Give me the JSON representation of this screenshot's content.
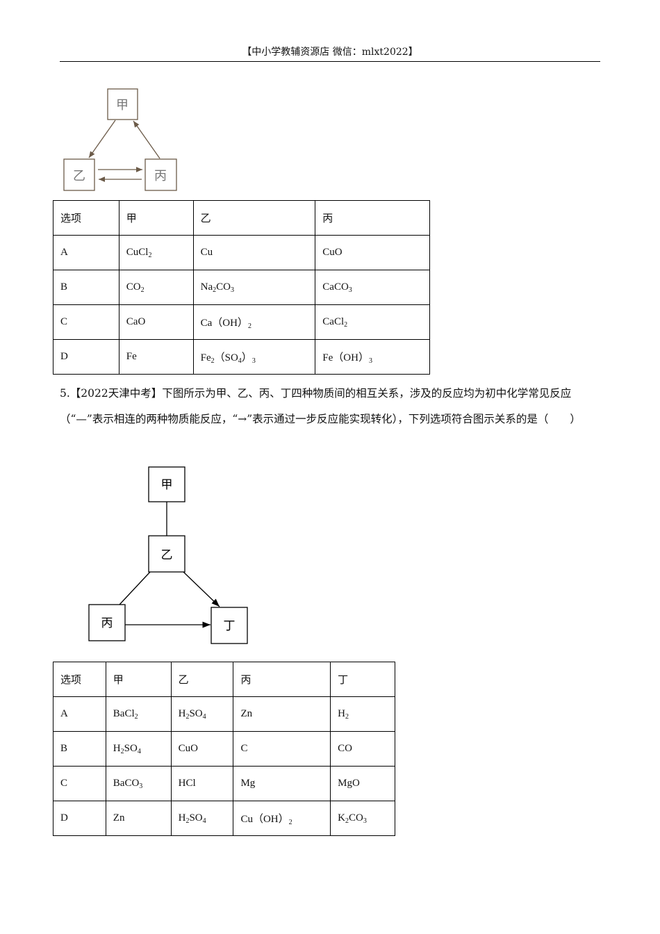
{
  "header": "【中小学教辅资源店 微信：mlxt2022】",
  "diagram1": {
    "jia": "甲",
    "yi": "乙",
    "bing": "丙"
  },
  "table1": {
    "headers": [
      "选项",
      "甲",
      "乙",
      "丙"
    ],
    "rows": [
      [
        "A",
        "CuCl2",
        "Cu",
        "CuO"
      ],
      [
        "B",
        "CO2",
        "Na2CO3",
        "CaCO3"
      ],
      [
        "C",
        "CaO",
        "Ca（OH）2",
        "CaCl2"
      ],
      [
        "D",
        "Fe",
        "Fe2（SO4）3",
        "Fe（OH）3"
      ]
    ]
  },
  "question5": {
    "text": "5.【2022天津中考】下图所示为甲、乙、丙、丁四种物质间的相互关系，涉及的反应均为初中化学常见反应（“—”表示相连的两种物质能反应，“→”表示通过一步反应能实现转化），下列选项符合图示关系的是（　　）"
  },
  "diagram2": {
    "jia": "甲",
    "yi": "乙",
    "bing": "丙",
    "ding": "丁"
  },
  "table2": {
    "headers": [
      "选项",
      "甲",
      "乙",
      "丙",
      "丁"
    ],
    "rows": [
      [
        "A",
        "BaCl2",
        "H2SO4",
        "Zn",
        "H2"
      ],
      [
        "B",
        "H2SO4",
        "CuO",
        "C",
        "CO"
      ],
      [
        "C",
        "BaCO3",
        "HCl",
        "Mg",
        "MgO"
      ],
      [
        "D",
        "Zn",
        "H2SO4",
        "Cu（OH）2",
        "K2CO3"
      ]
    ]
  }
}
